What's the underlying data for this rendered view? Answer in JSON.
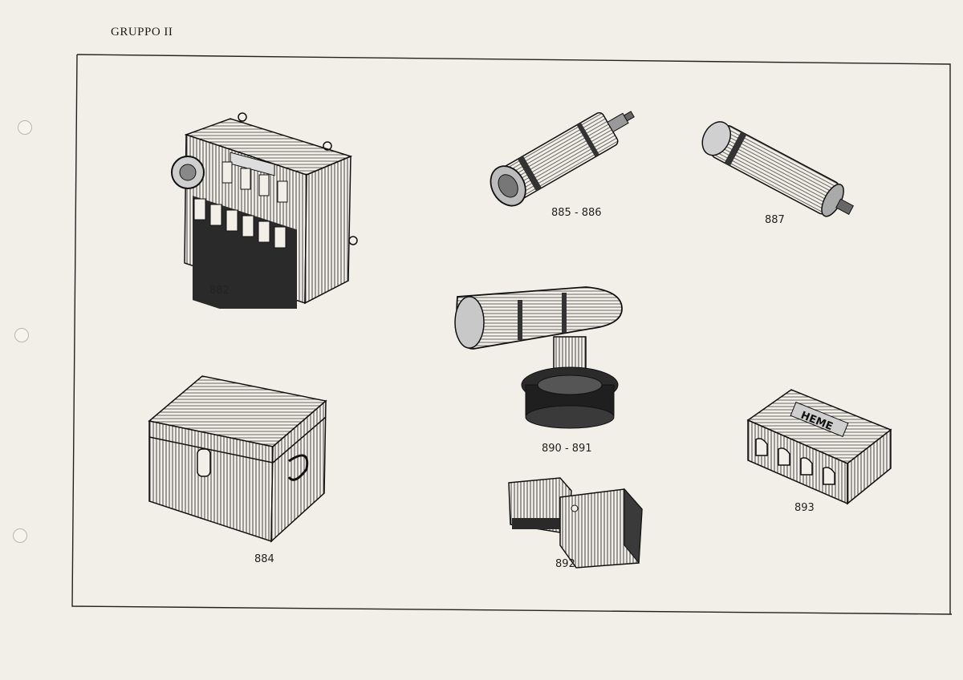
{
  "header": {
    "title": "GRUPPO II"
  },
  "products": [
    {
      "id": "882",
      "label": "882",
      "icon": "fuse-panel-icon"
    },
    {
      "id": "884",
      "label": "884",
      "icon": "ribbed-box-icon"
    },
    {
      "id": "885-886",
      "label": "885 - 886",
      "icon": "cylinder-lamp-icon"
    },
    {
      "id": "887",
      "label": "887",
      "icon": "cylinder-lamp-icon"
    },
    {
      "id": "890-891",
      "label": "890 - 891",
      "icon": "spotlight-icon"
    },
    {
      "id": "892",
      "label": "892",
      "icon": "connector-icon"
    },
    {
      "id": "893",
      "label": "893",
      "icon": "junction-box-icon"
    }
  ],
  "colors": {
    "paper": "#f1efe7",
    "ink": "#1c1c1c"
  }
}
